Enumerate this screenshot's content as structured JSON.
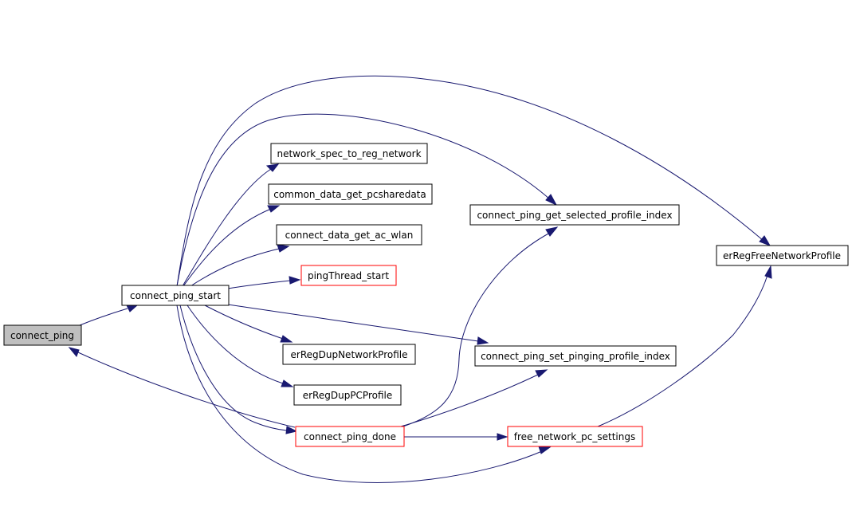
{
  "colors": {
    "edge": "#191970",
    "node_border": "#000000",
    "node_border_link_red": "#ff0000",
    "focus_fill": "#bfbfbf",
    "node_fill": "#ffffff"
  },
  "nodes": {
    "connect_ping": "connect_ping",
    "connect_ping_start": "connect_ping_start",
    "network_spec_to_reg_network": "network_spec_to_reg_network",
    "common_data_get_pcsharedata": "common_data_get_pcsharedata",
    "connect_data_get_ac_wlan": "connect_data_get_ac_wlan",
    "pingThread_start": "pingThread_start",
    "erRegDupNetworkProfile": "erRegDupNetworkProfile",
    "erRegDupPCProfile": "erRegDupPCProfile",
    "connect_ping_done": "connect_ping_done",
    "connect_ping_get_selected_profile_index": "connect_ping_get_selected_profile_index",
    "connect_ping_set_pinging_profile_index": "connect_ping_set_pinging_profile_index",
    "free_network_pc_settings": "free_network_pc_settings",
    "erRegFreeNetworkProfile": "erRegFreeNetworkProfile"
  },
  "edges": [
    {
      "from": "connect_ping",
      "to": "connect_ping_start"
    },
    {
      "from": "connect_ping_start",
      "to": "network_spec_to_reg_network"
    },
    {
      "from": "connect_ping_start",
      "to": "common_data_get_pcsharedata"
    },
    {
      "from": "connect_ping_start",
      "to": "connect_data_get_ac_wlan"
    },
    {
      "from": "connect_ping_start",
      "to": "pingThread_start"
    },
    {
      "from": "connect_ping_start",
      "to": "connect_ping_get_selected_profile_index"
    },
    {
      "from": "connect_ping_start",
      "to": "erRegFreeNetworkProfile"
    },
    {
      "from": "connect_ping_start",
      "to": "erRegDupNetworkProfile"
    },
    {
      "from": "connect_ping_start",
      "to": "erRegDupPCProfile"
    },
    {
      "from": "connect_ping_start",
      "to": "connect_ping_set_pinging_profile_index"
    },
    {
      "from": "connect_ping_start",
      "to": "connect_ping_done"
    },
    {
      "from": "connect_ping_start",
      "to": "free_network_pc_settings"
    },
    {
      "from": "connect_ping_done",
      "to": "connect_ping"
    },
    {
      "from": "connect_ping_done",
      "to": "connect_ping_get_selected_profile_index"
    },
    {
      "from": "connect_ping_done",
      "to": "connect_ping_set_pinging_profile_index"
    },
    {
      "from": "connect_ping_done",
      "to": "free_network_pc_settings"
    },
    {
      "from": "free_network_pc_settings",
      "to": "erRegFreeNetworkProfile"
    }
  ]
}
